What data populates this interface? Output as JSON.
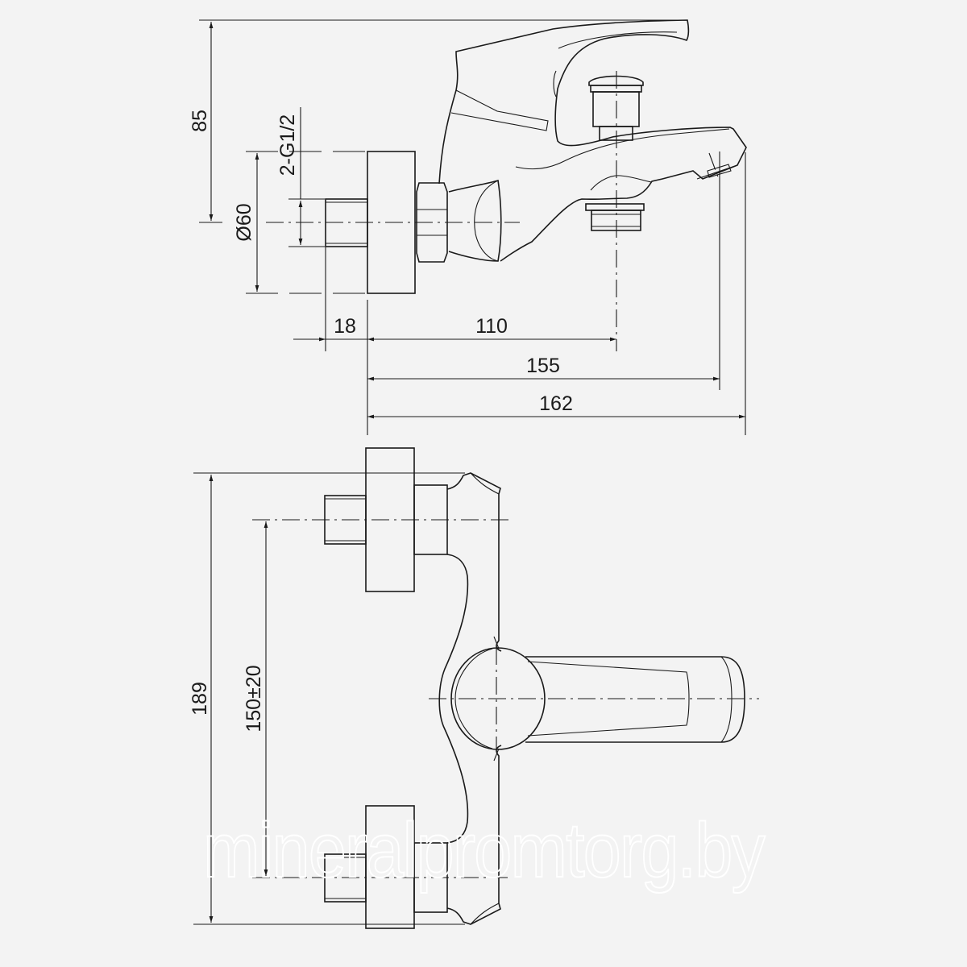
{
  "drawing": {
    "title": "Wall-mounted bath mixer dimensional drawing",
    "side_view": {
      "dimensions": {
        "height_85": "85",
        "thread": "2-G1/2",
        "flange_diameter": "Ø60",
        "stub_18": "18",
        "outlet_110": "110",
        "spout_155": "155",
        "overall_162": "162"
      }
    },
    "front_view": {
      "dimensions": {
        "overall_189": "189",
        "centers": "150±20"
      }
    },
    "watermark": "mineralpromtorg.by",
    "colors": {
      "background": "#f3f3f3",
      "line": "#1a1a1a",
      "watermark": "#ffffff"
    }
  }
}
